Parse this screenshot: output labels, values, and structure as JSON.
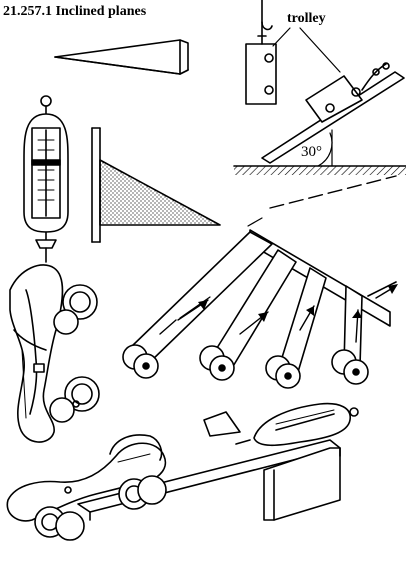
{
  "figure": {
    "title": "21.257.1 Inclined planes",
    "labels": {
      "trolley": "trolley",
      "angle": "30°"
    }
  }
}
